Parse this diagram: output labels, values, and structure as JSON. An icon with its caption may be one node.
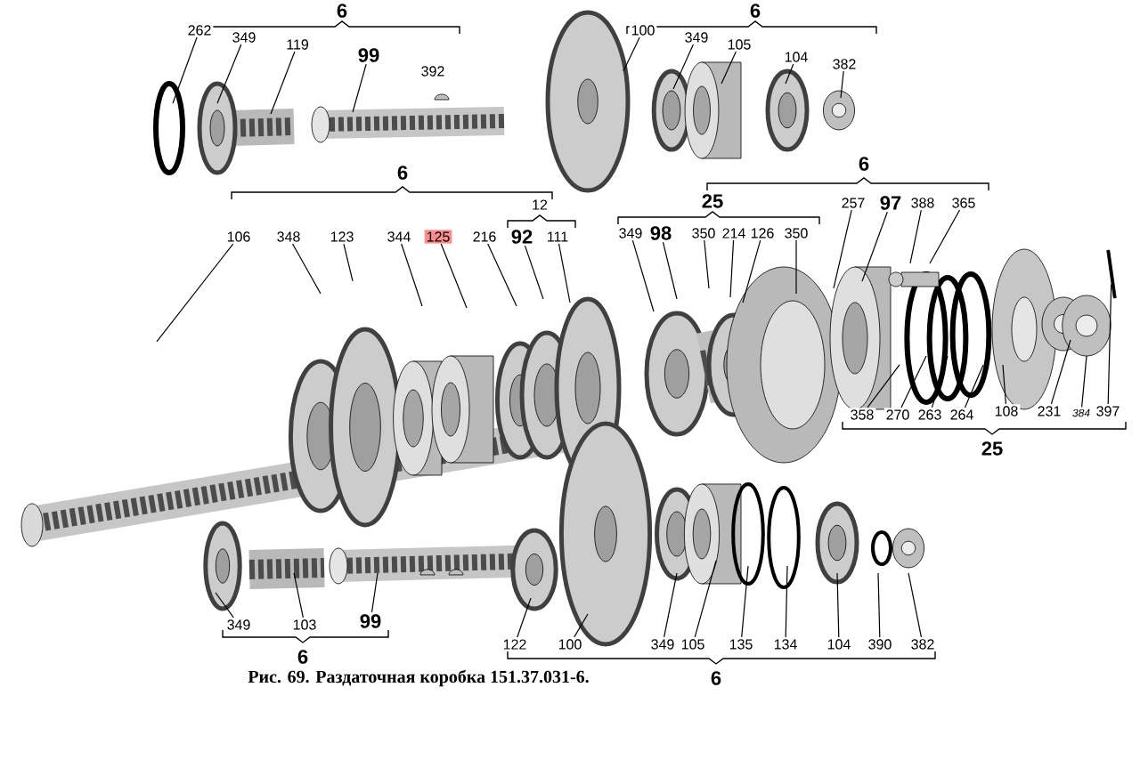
{
  "diagram": {
    "caption": "Рис. 69. Раздаточная коробка 151.37.031-6.",
    "nodes": [
      {
        "text": [
          "262"
        ]
      },
      {
        "text": [
          "349"
        ]
      },
      {
        "text": [
          "119"
        ]
      },
      {
        "text": [
          "99"
        ]
      },
      {
        "text": [
          "100"
        ]
      },
      {
        "text": [
          "349"
        ]
      },
      {
        "text": [
          "105"
        ]
      },
      {
        "text": [
          "104"
        ]
      },
      {
        "text": [
          "382"
        ]
      },
      {
        "text": [
          "106"
        ]
      },
      {
        "text": [
          "348"
        ]
      },
      {
        "text": [
          "123"
        ]
      },
      {
        "text": [
          "344"
        ]
      },
      {
        "text": [
          "125"
        ]
      },
      {
        "text": [
          "216"
        ]
      },
      {
        "text": [
          "92"
        ]
      },
      {
        "text": [
          "111"
        ]
      },
      {
        "text": [
          "349"
        ]
      },
      {
        "text": [
          "98"
        ]
      },
      {
        "text": [
          "350"
        ]
      },
      {
        "text": [
          "214"
        ]
      },
      {
        "text": [
          "126"
        ]
      },
      {
        "text": [
          "350"
        ]
      },
      {
        "text": [
          "257"
        ]
      },
      {
        "text": [
          "97"
        ]
      },
      {
        "text": [
          "388"
        ]
      },
      {
        "text": [
          "365"
        ]
      },
      {
        "text": [
          "358"
        ]
      },
      {
        "text": [
          "270"
        ]
      },
      {
        "text": [
          "263"
        ]
      },
      {
        "text": [
          "264"
        ]
      },
      {
        "text": [
          "108"
        ]
      },
      {
        "text": [
          "231"
        ]
      },
      {
        "text": [
          "384"
        ]
      },
      {
        "text": [
          "397"
        ]
      },
      {
        "text": [
          "349"
        ]
      },
      {
        "text": [
          "103"
        ]
      },
      {
        "text": [
          "99"
        ]
      },
      {
        "text": [
          "122"
        ]
      },
      {
        "text": [
          "100"
        ]
      },
      {
        "text": [
          "349"
        ]
      },
      {
        "text": [
          "105"
        ]
      },
      {
        "text": [
          "135"
        ]
      },
      {
        "text": [
          "134"
        ]
      },
      {
        "text": [
          "104"
        ]
      },
      {
        "text": [
          "390"
        ]
      },
      {
        "text": [
          "382"
        ]
      },
      {
        "text": [],
        "shape": "picture"
      }
    ],
    "edges": [
      {
        "from": 0,
        "to": null,
        "arrow": "none"
      },
      {
        "from": 1,
        "to": null,
        "arrow": "none"
      },
      {
        "from": 2,
        "to": null,
        "arrow": "none"
      },
      {
        "from": 3,
        "to": null,
        "arrow": "none"
      },
      {
        "from": 4,
        "to": null,
        "arrow": "none"
      },
      {
        "from": 5,
        "to": null,
        "arrow": "none"
      },
      {
        "from": 6,
        "to": null,
        "arrow": "none"
      },
      {
        "from": 7,
        "to": null,
        "arrow": "none"
      },
      {
        "from": 8,
        "to": null,
        "arrow": "none"
      },
      {
        "from": 9,
        "to": null,
        "arrow": "none"
      },
      {
        "from": 10,
        "to": null,
        "arrow": "none"
      },
      {
        "from": 11,
        "to": null,
        "arrow": "none"
      },
      {
        "from": 12,
        "to": null,
        "arrow": "none"
      },
      {
        "from": 13,
        "to": null,
        "arrow": "none"
      },
      {
        "from": 14,
        "to": null,
        "arrow": "none"
      },
      {
        "from": 15,
        "to": null,
        "arrow": "none"
      },
      {
        "from": 16,
        "to": null,
        "arrow": "none"
      },
      {
        "from": 17,
        "to": null,
        "arrow": "none"
      },
      {
        "from": 18,
        "to": null,
        "arrow": "none"
      },
      {
        "from": 19,
        "to": null,
        "arrow": "none"
      },
      {
        "from": 20,
        "to": null,
        "arrow": "none"
      },
      {
        "from": 21,
        "to": null,
        "arrow": "none"
      },
      {
        "from": 22,
        "to": null,
        "arrow": "none"
      },
      {
        "from": 23,
        "to": null,
        "arrow": "none"
      },
      {
        "from": 24,
        "to": null,
        "arrow": "none"
      },
      {
        "from": 25,
        "to": null,
        "arrow": "none"
      },
      {
        "from": 26,
        "to": null,
        "arrow": "none"
      },
      {
        "from": 27,
        "to": null,
        "arrow": "none"
      },
      {
        "from": 28,
        "to": null,
        "arrow": "none"
      },
      {
        "from": 29,
        "to": null,
        "arrow": "none"
      },
      {
        "from": 30,
        "to": null,
        "arrow": "none"
      },
      {
        "from": 31,
        "to": null,
        "arrow": "none"
      },
      {
        "from": 32,
        "to": null,
        "arrow": "none"
      },
      {
        "from": 33,
        "to": null,
        "arrow": "none"
      },
      {
        "from": 34,
        "to": 47,
        "arrow": "none"
      },
      {
        "from": 35,
        "to": null,
        "arrow": "none"
      },
      {
        "from": 36,
        "to": null,
        "arrow": "none"
      },
      {
        "from": 37,
        "to": null,
        "arrow": "none"
      },
      {
        "from": 38,
        "to": null,
        "arrow": "none"
      },
      {
        "from": 39,
        "to": null,
        "arrow": "none"
      },
      {
        "from": 40,
        "to": null,
        "arrow": "none"
      },
      {
        "from": 41,
        "to": null,
        "arrow": "none"
      },
      {
        "from": 42,
        "to": null,
        "arrow": "none"
      },
      {
        "from": 43,
        "to": null,
        "arrow": "none"
      },
      {
        "from": 44,
        "to": null,
        "arrow": "none"
      },
      {
        "from": 45,
        "to": null,
        "arrow": "none"
      },
      {
        "from": 46,
        "to": null,
        "arrow": "none"
      }
    ],
    "labels": [
      "6",
      "6",
      "392",
      "6",
      "6",
      "25",
      "12",
      "25",
      "6",
      "6"
    ]
  }
}
